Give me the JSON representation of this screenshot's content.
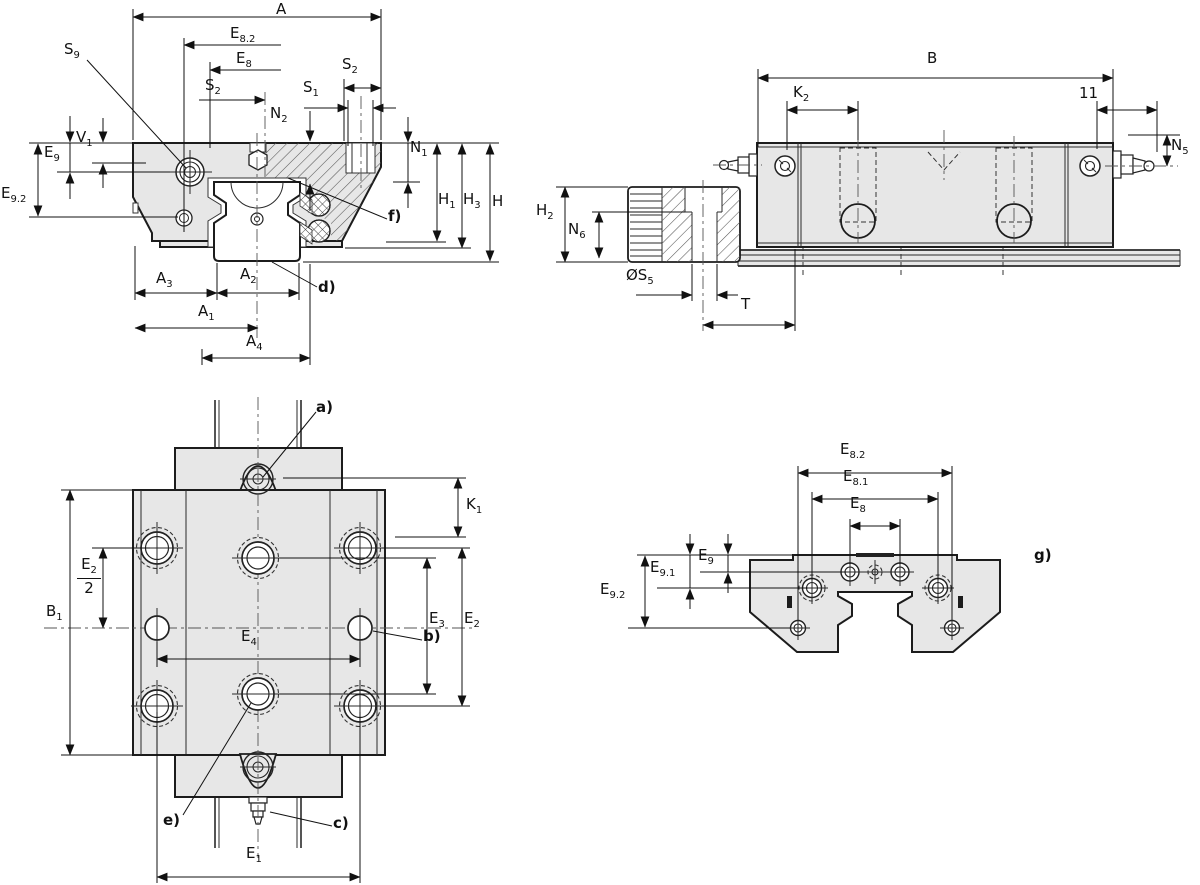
{
  "drawing": {
    "title": "Linear guide runner block dimensional drawing",
    "colors": {
      "line": "#1c1c1c",
      "body_fill": "#e7e7e7",
      "background": "#ffffff"
    },
    "views": {
      "cross_section": {
        "name": "front cross-section view",
        "labels": {
          "A": {
            "t": "A"
          },
          "E82": {
            "t": "E",
            "sub": "8.2"
          },
          "E8": {
            "t": "E",
            "sub": "8"
          },
          "S2a": {
            "t": "S",
            "sub": "2"
          },
          "S2b": {
            "t": "S",
            "sub": "2"
          },
          "S1": {
            "t": "S",
            "sub": "1"
          },
          "N2": {
            "t": "N",
            "sub": "2"
          },
          "N1": {
            "t": "N",
            "sub": "1"
          },
          "S9": {
            "t": "S",
            "sub": "9"
          },
          "E92": {
            "t": "E",
            "sub": "9.2"
          },
          "E9": {
            "t": "E",
            "sub": "9"
          },
          "V1": {
            "t": "V",
            "sub": "1"
          },
          "H1": {
            "t": "H",
            "sub": "1"
          },
          "H3": {
            "t": "H",
            "sub": "3"
          },
          "H": {
            "t": "H"
          },
          "A3": {
            "t": "A",
            "sub": "3"
          },
          "A2": {
            "t": "A",
            "sub": "2"
          },
          "A1": {
            "t": "A",
            "sub": "1"
          },
          "A4": {
            "t": "A",
            "sub": "4"
          },
          "d": {
            "t": "d)"
          },
          "f": {
            "t": "f)"
          }
        }
      },
      "side": {
        "name": "side elevation view on rail",
        "labels": {
          "B": {
            "t": "B"
          },
          "K2": {
            "t": "K",
            "sub": "2"
          },
          "eleven": {
            "t": "11"
          },
          "N5": {
            "t": "N",
            "sub": "5"
          },
          "H2": {
            "t": "H",
            "sub": "2"
          },
          "N6": {
            "t": "N",
            "sub": "6"
          },
          "S5": {
            "t": "ØS",
            "sub": "5"
          },
          "T": {
            "t": "T"
          }
        }
      },
      "plan": {
        "name": "top plan view",
        "labels": {
          "a": {
            "t": "a)"
          },
          "K1": {
            "t": "K",
            "sub": "1"
          },
          "B1": {
            "t": "B",
            "sub": "1"
          },
          "E2half": {
            "num": {
              "t": "E",
              "sub": "2"
            },
            "den": "2"
          },
          "E3": {
            "t": "E",
            "sub": "3"
          },
          "E2": {
            "t": "E",
            "sub": "2"
          },
          "E4": {
            "t": "E",
            "sub": "4"
          },
          "b": {
            "t": "b)"
          },
          "e": {
            "t": "e)"
          },
          "c": {
            "t": "c)"
          },
          "E1": {
            "t": "E",
            "sub": "1"
          }
        }
      },
      "end": {
        "name": "end face view",
        "labels": {
          "E82": {
            "t": "E",
            "sub": "8.2"
          },
          "E81": {
            "t": "E",
            "sub": "8.1"
          },
          "E8": {
            "t": "E",
            "sub": "8"
          },
          "E92": {
            "t": "E",
            "sub": "9.2"
          },
          "E91": {
            "t": "E",
            "sub": "9.1"
          },
          "E9": {
            "t": "E",
            "sub": "9"
          },
          "g": {
            "t": "g)"
          }
        }
      }
    }
  }
}
